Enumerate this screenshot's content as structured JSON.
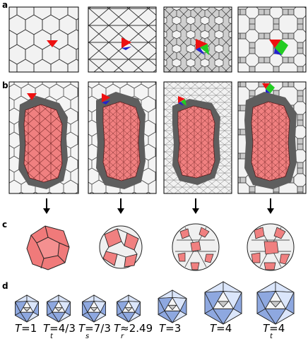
{
  "panels": {
    "a": "a",
    "b": "b",
    "c": "c",
    "d": "d"
  },
  "colors": {
    "face": "#f2f2f2",
    "edge": "#222222",
    "dark": "#5e5e5e",
    "mid": "#c8c8c8",
    "pink": "#f08080",
    "red": "#ee1111",
    "green": "#22cc22",
    "blue": "#2222cc",
    "ico_dark": "#8ea8e0",
    "ico_light": "#dbe6fb"
  },
  "labels": [
    {
      "main": "T",
      "eq": "=1",
      "sub": ""
    },
    {
      "main": "T",
      "eq": "=4/3",
      "sub": "t"
    },
    {
      "main": "T",
      "eq": "=7/3",
      "sub": "s"
    },
    {
      "main": "T",
      "eq": "≈2.49",
      "sub": "r"
    },
    {
      "main": "T",
      "eq": "=3",
      "sub": ""
    },
    {
      "main": "T",
      "eq": "=4",
      "sub": ""
    },
    {
      "main": "T",
      "eq": "=4",
      "sub": "t"
    }
  ]
}
